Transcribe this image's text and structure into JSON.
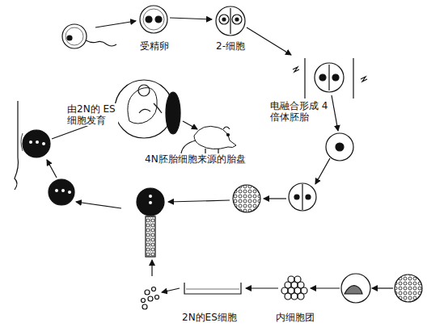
{
  "diagram": {
    "labels": [
      "受精卵",
      "2-细胞",
      "电融合形成 4倍体胚胎",
      "由2N的 ES细胞发育",
      "4N胚胎细胞来源的胎盘",
      "2N的ES细胞",
      "内细胞团"
    ]
  }
}
